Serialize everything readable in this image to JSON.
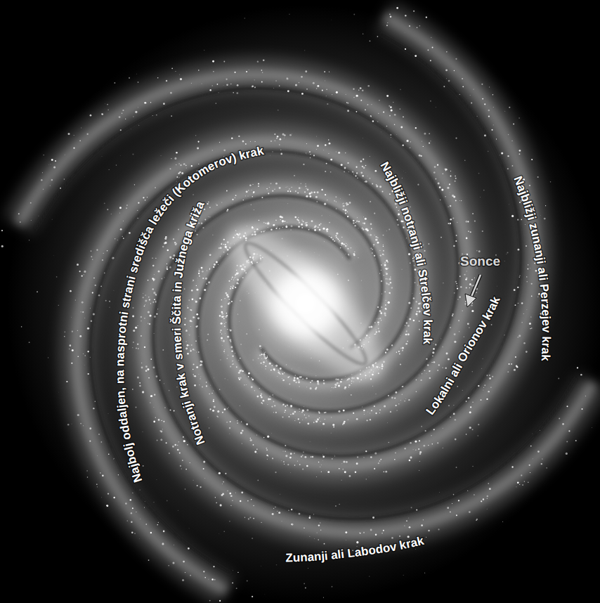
{
  "diagram": {
    "labels": [
      "Najbolj oddaljen, na nasprotni strani središča ležeči (Kotomerov) krak",
      "Notranji krak v smeri Ščita in Južnega križa",
      "Najbližji notranji ali Strelčev krak",
      "Najbližji zunanji ali Perzejev krak",
      "Sonce",
      "Lokalni ali Orionov krak",
      "Zunanji ali Labodov krak"
    ]
  }
}
